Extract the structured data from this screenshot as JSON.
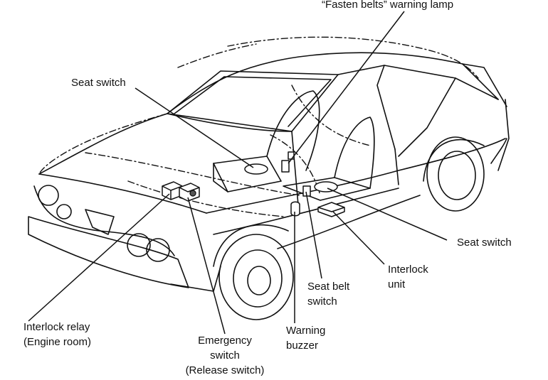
{
  "labels": {
    "fasten_belts_lamp": "“Fasten belts” warning lamp",
    "seat_switch_front": "Seat switch",
    "seat_switch_rear": "Seat switch",
    "interlock_unit": [
      "Interlock",
      "unit"
    ],
    "seat_belt_switch": [
      "Seat belt",
      "switch"
    ],
    "warning_buzzer": [
      "Warning",
      "buzzer"
    ],
    "emergency_switch": [
      "Emergency",
      "switch",
      "(Release switch)"
    ],
    "interlock_relay": [
      "Interlock relay",
      "(Engine room)"
    ]
  }
}
